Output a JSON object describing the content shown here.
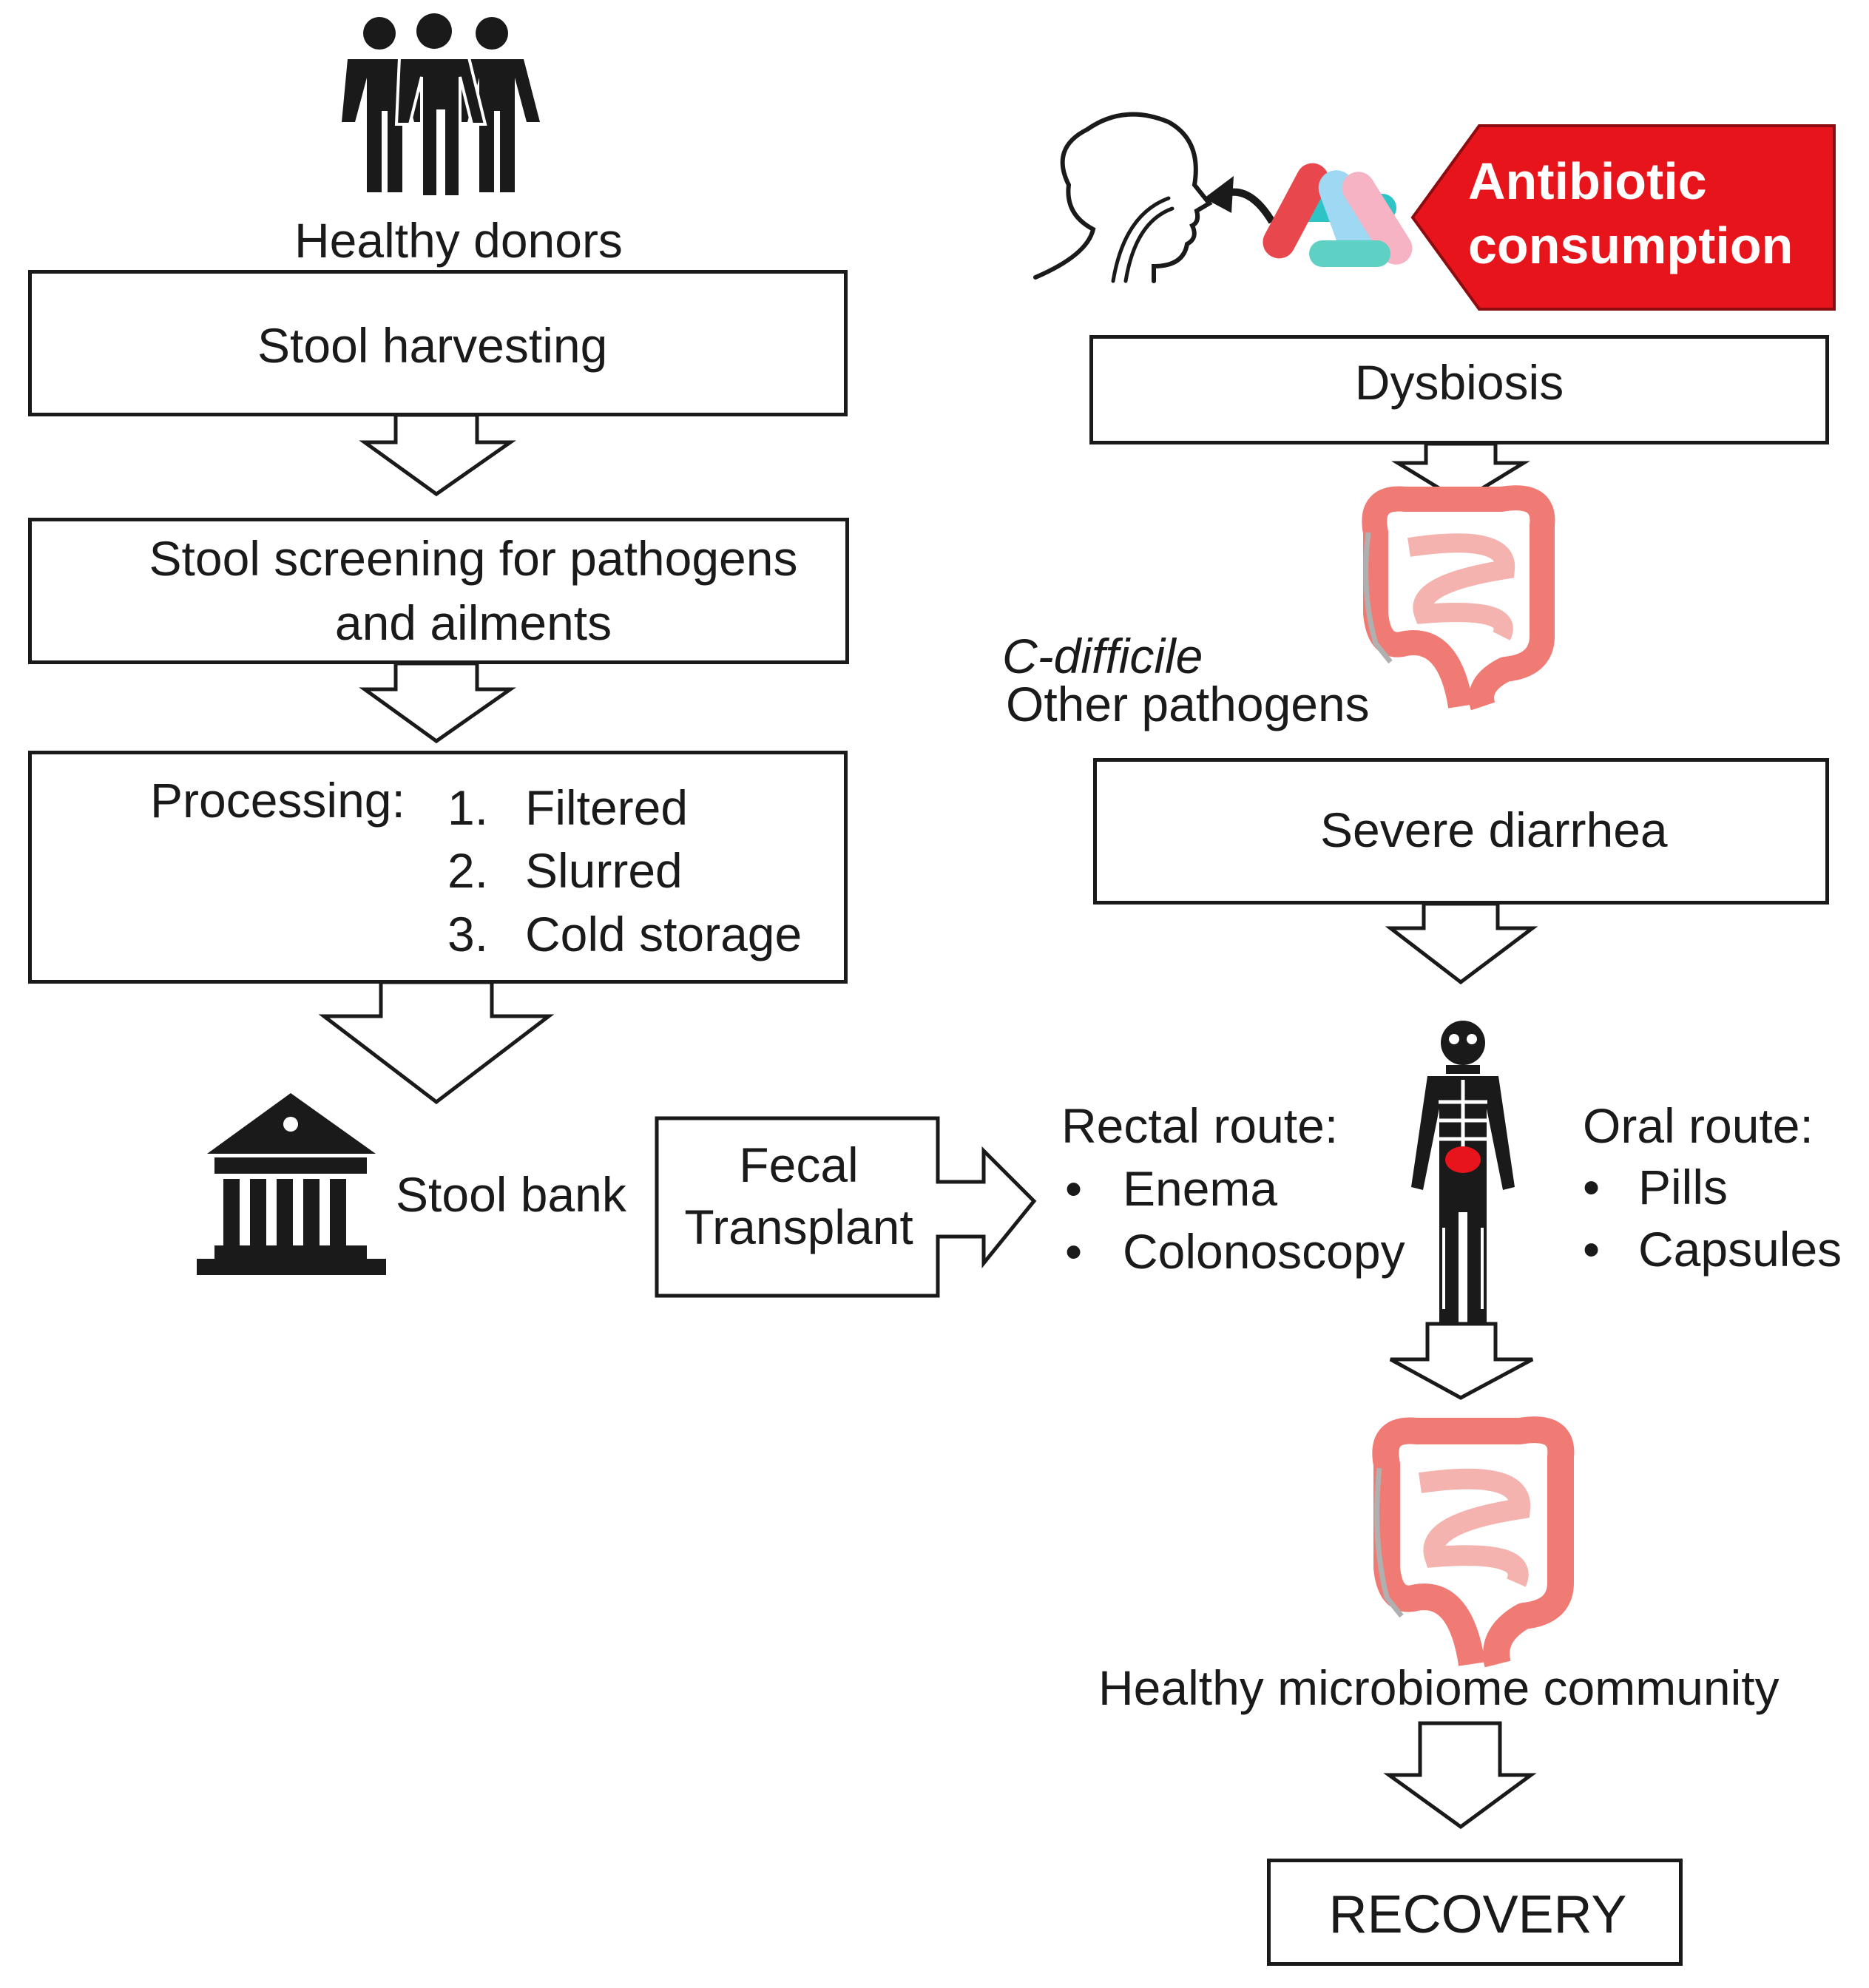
{
  "left_flow": {
    "donors_label": "Healthy  donors",
    "harvesting_label": "Stool harvesting",
    "screening_line1": "Stool screening for pathogens",
    "screening_line2": "and ailments",
    "processing_label": "Processing:",
    "processing_steps": [
      {
        "num": "1.",
        "text": "Filtered"
      },
      {
        "num": "2.",
        "text": "Slurred"
      },
      {
        "num": "3.",
        "text": "Cold storage"
      }
    ],
    "bank_label": "Stool bank",
    "transplant_line1": "Fecal",
    "transplant_line2": "Transplant"
  },
  "right_flow": {
    "antibiotic_line1": "Antibiotic",
    "antibiotic_line2": "consumption",
    "dysbiosis_label": "Dysbiosis",
    "pathogen_line1": "C-difficile",
    "pathogen_line2": "Other pathogens",
    "diarrhea_label": "Severe diarrhea",
    "rectal_title": "Rectal route:",
    "rectal_items": [
      "Enema",
      "Colonoscopy"
    ],
    "oral_title": "Oral route:",
    "oral_items": [
      "Pills",
      "Capsules"
    ],
    "microbiome_label": "Healthy  microbiome community",
    "recovery_label": "RECOVERY"
  },
  "colors": {
    "antibiotic_banner": "#e8141b",
    "colon": "#f07a74",
    "colon_inner": "#f4b3ae",
    "stroke": "#1a1a1a"
  },
  "icons": [
    "people-icon",
    "medical-plus-icon",
    "checklist-icon",
    "snowflake-icon",
    "safe-icon",
    "bank-icon",
    "head-profile-icon",
    "curved-arrow-icon",
    "pills-icon",
    "colon-icon",
    "ambulance-icon",
    "skeleton-icon"
  ]
}
